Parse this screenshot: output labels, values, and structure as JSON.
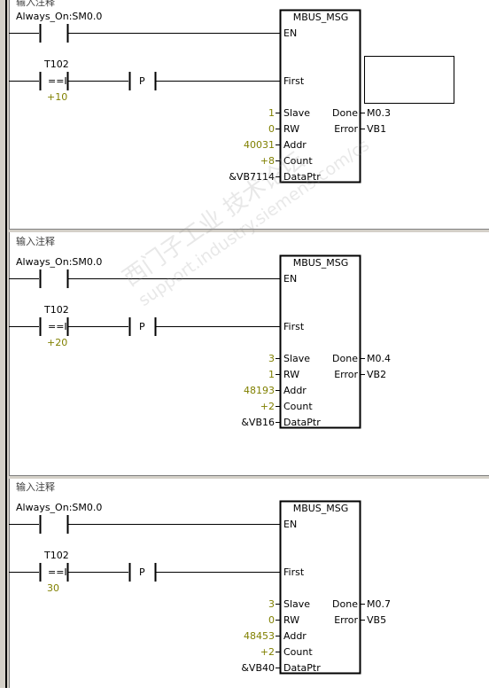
{
  "comment_label": "输入注释",
  "networks": [
    {
      "contact1": "Always_On:SM0.0",
      "compare_contact": "T102",
      "compare_op": "==I",
      "compare_value": "+10",
      "edge_label": "P",
      "block": {
        "title": "MBUS_MSG",
        "en": "EN",
        "first": "First",
        "inputs": [
          {
            "pin": "Slave",
            "value": "1"
          },
          {
            "pin": "RW",
            "value": "0"
          },
          {
            "pin": "Addr",
            "value": "40031"
          },
          {
            "pin": "Count",
            "value": "+8"
          },
          {
            "pin": "DataPtr",
            "value": "&VB7114"
          }
        ],
        "outputs": [
          {
            "pin": "Done",
            "value": "M0.3"
          },
          {
            "pin": "Error",
            "value": "VB1"
          }
        ]
      }
    },
    {
      "contact1": "Always_On:SM0.0",
      "compare_contact": "T102",
      "compare_op": "==I",
      "compare_value": "+20",
      "edge_label": "P",
      "block": {
        "title": "MBUS_MSG",
        "en": "EN",
        "first": "First",
        "inputs": [
          {
            "pin": "Slave",
            "value": "3"
          },
          {
            "pin": "RW",
            "value": "1"
          },
          {
            "pin": "Addr",
            "value": "48193"
          },
          {
            "pin": "Count",
            "value": "+2"
          },
          {
            "pin": "DataPtr",
            "value": "&VB16"
          }
        ],
        "outputs": [
          {
            "pin": "Done",
            "value": "M0.4"
          },
          {
            "pin": "Error",
            "value": "VB2"
          }
        ]
      }
    },
    {
      "contact1": "Always_On:SM0.0",
      "compare_contact": "T102",
      "compare_op": "==I",
      "compare_value": "30",
      "edge_label": "P",
      "block": {
        "title": "MBUS_MSG",
        "en": "EN",
        "first": "First",
        "inputs": [
          {
            "pin": "Slave",
            "value": "3"
          },
          {
            "pin": "RW",
            "value": "0"
          },
          {
            "pin": "Addr",
            "value": "48453"
          },
          {
            "pin": "Count",
            "value": "+2"
          },
          {
            "pin": "DataPtr",
            "value": "&VB40"
          }
        ],
        "outputs": [
          {
            "pin": "Done",
            "value": "M0.7"
          },
          {
            "pin": "Error",
            "value": "VB5"
          }
        ]
      }
    }
  ],
  "watermark": {
    "line1": "西门子工业 技术论坛",
    "line2": "support.industry.siemens.com/cs"
  }
}
